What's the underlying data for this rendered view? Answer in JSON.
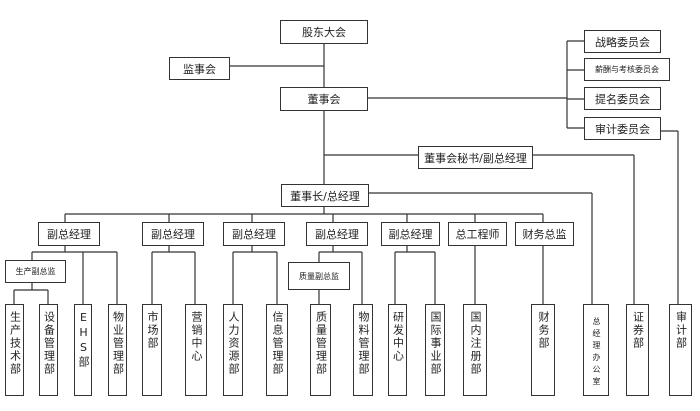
{
  "chart_data": {
    "type": "org-chart",
    "title": "",
    "top": {
      "shareholders": "股东大会",
      "supervisory_board": "监事会",
      "board": "董事会",
      "committees": [
        "战略委员会",
        "薪酬与考核委员会",
        "提名委员会",
        "审计委员会"
      ],
      "board_secretary": "董事会秘书/副总经理",
      "chairman_gm": "董事长/总经理"
    },
    "executives": [
      {
        "label": "副总经理",
        "sub": "生产副总监",
        "depts": [
          "生产技术部",
          "设备管理部",
          "EHS部",
          "物业管理部"
        ]
      },
      {
        "label": "副总经理",
        "depts": [
          "市场部",
          "营销中心"
        ]
      },
      {
        "label": "副总经理",
        "depts": [
          "人力资源部",
          "信息管理部"
        ]
      },
      {
        "label": "副总经理",
        "sub": "质量副总监",
        "depts": [
          "质量管理部",
          "物料管理部"
        ]
      },
      {
        "label": "副总经理",
        "depts": [
          "研发中心",
          "国际事业部"
        ]
      },
      {
        "label": "总工程师",
        "depts": [
          "国内注册部"
        ]
      },
      {
        "label": "财务总监",
        "depts": [
          "财务部"
        ]
      }
    ],
    "other_depts": {
      "gm_office": "总经理办公室",
      "securities": "证券部",
      "audit": "审计部"
    }
  }
}
